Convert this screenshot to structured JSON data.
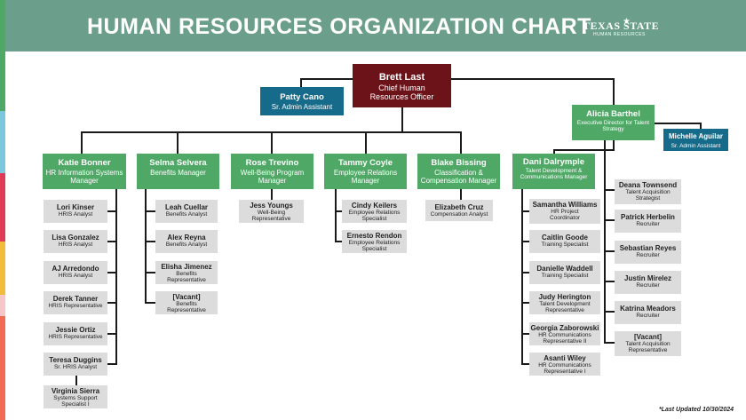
{
  "header": {
    "title": "HUMAN RESOURCES ORGANIZATION CHART",
    "logo_main": "TEXAS STATE",
    "logo_sub": "HUMAN RESOURCES"
  },
  "colors": {
    "header": "#6b9f8c",
    "manager": "#4fa866",
    "chief": "#6b1318",
    "assistant": "#176b8a",
    "staff": "#dcdcdc"
  },
  "chief": {
    "name": "Brett Last",
    "title": "Chief Human Resources Officer"
  },
  "assistant_chief": {
    "name": "Patty Cano",
    "title": "Sr. Admin Assistant"
  },
  "executive": {
    "name": "Alicia Barthel",
    "title": "Executive Director for Talent Strategy"
  },
  "assistant_exec": {
    "name": "Michelle Aguilar",
    "title": "Sr. Admin Assistant"
  },
  "managers": [
    {
      "name": "Katie Bonner",
      "title": "HR Information Systems Manager",
      "staff": [
        {
          "name": "Lori Kinser",
          "title": "HRIS Analyst"
        },
        {
          "name": "Lisa Gonzalez",
          "title": "HRIS Analyst"
        },
        {
          "name": "AJ Arredondo",
          "title": "HRIS Analyst"
        },
        {
          "name": "Derek Tanner",
          "title": "HRIS Representative"
        },
        {
          "name": "Jessie Ortiz",
          "title": "HRIS Representative"
        },
        {
          "name": "Teresa Duggins",
          "title": "Sr. HRIS Analyst"
        },
        {
          "name": "Virginia Sierra",
          "title": "Systems Support Specialist I"
        }
      ]
    },
    {
      "name": "Selma Selvera",
      "title": "Benefits Manager",
      "staff": [
        {
          "name": "Leah Cuellar",
          "title": "Benefits Analyst"
        },
        {
          "name": "Alex Reyna",
          "title": "Benefits Analyst"
        },
        {
          "name": "Elisha Jimenez",
          "title": "Benefits Representative"
        },
        {
          "name": "[Vacant]",
          "title": "Benefits Representative"
        }
      ]
    },
    {
      "name": "Rose Trevino",
      "title": "Well-Being Program Manager",
      "staff": [
        {
          "name": "Jess Youngs",
          "title": "Well-Being Representative"
        }
      ]
    },
    {
      "name": "Tammy Coyle",
      "title": "Employee Relations Manager",
      "staff": [
        {
          "name": "Cindy Keilers",
          "title": "Employee Relations Specialist"
        },
        {
          "name": "Ernesto Rendon",
          "title": "Employee Relations Specialist"
        }
      ]
    },
    {
      "name": "Blake Bissing",
      "title": "Classification & Compensation Manager",
      "staff": [
        {
          "name": "Elizabeth Cruz",
          "title": "Compensation Analyst"
        }
      ]
    },
    {
      "name": "Dani Dalrymple",
      "title": "Talent Development & Communications Manager",
      "staff": [
        {
          "name": "Samantha Williams",
          "title": "HR Project Coordinator"
        },
        {
          "name": "Caitlin Goode",
          "title": "Training Specialist"
        },
        {
          "name": "Danielle Waddell",
          "title": "Training Specialist"
        },
        {
          "name": "Judy Herington",
          "title": "Talent Development Representative"
        },
        {
          "name": "Georgia Zaborowski",
          "title": "HR Communications Representative II"
        },
        {
          "name": "Asanti Wiley",
          "title": "HR Communications Representative I"
        }
      ]
    }
  ],
  "recruiting": [
    {
      "name": "Deana Townsend",
      "title": "Talent Acquisition Strategist"
    },
    {
      "name": "Patrick Herbelin",
      "title": "Recruiter"
    },
    {
      "name": "Sebastian Reyes",
      "title": "Recruiter"
    },
    {
      "name": "Justin Mirelez",
      "title": "Recruiter"
    },
    {
      "name": "Katrina Meadors",
      "title": "Recruiter"
    },
    {
      "name": "[Vacant]",
      "title": "Talent Acquisition Representative"
    }
  ],
  "footer": {
    "updated": "*Last Updated 10/30/2024"
  }
}
